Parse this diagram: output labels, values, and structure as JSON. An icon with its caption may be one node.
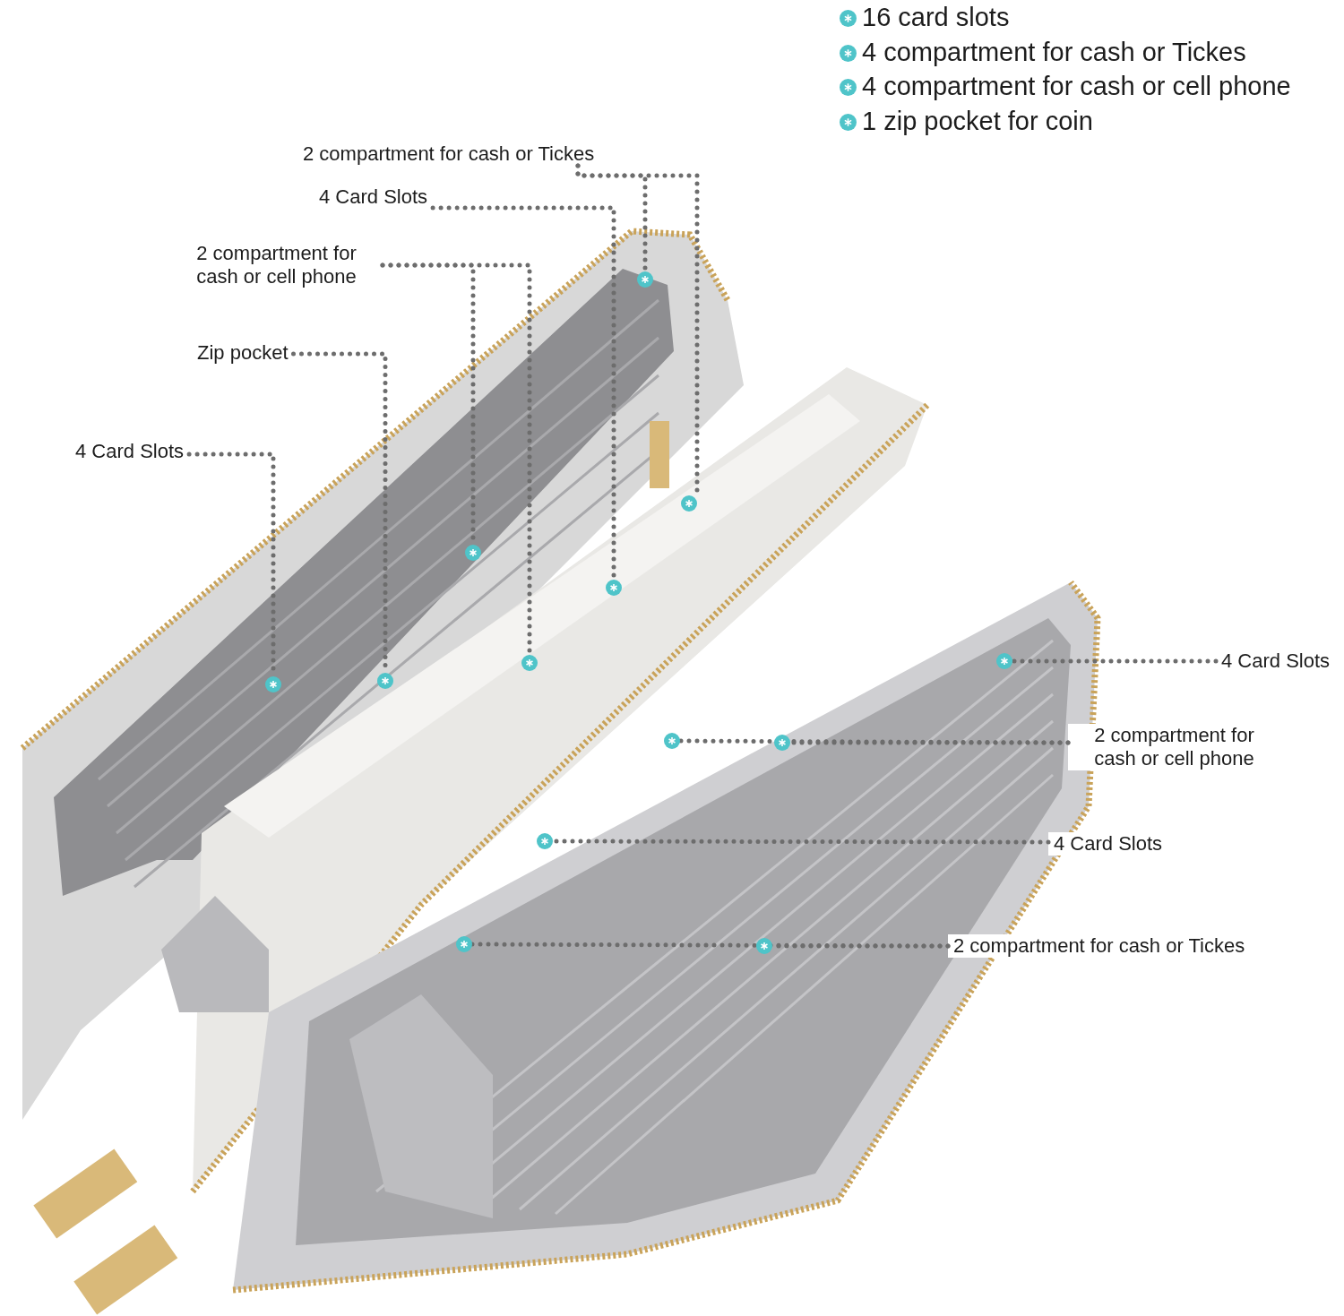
{
  "diagram": {
    "nodes": [
      {
        "text": [
          "2 compartment for cash or Tickes"
        ]
      },
      {
        "text": [
          "4 Card Slots"
        ]
      },
      {
        "text": [
          "2 compartment for cash or cell phone"
        ]
      },
      {
        "text": [
          "Zip pocket"
        ]
      },
      {
        "text": [
          "4 Card Slots"
        ]
      },
      {
        "text": [
          "4 Card Slots"
        ]
      },
      {
        "text": [
          "2 compartment for cash or cell phone"
        ]
      },
      {
        "text": [
          "4 Card Slots"
        ]
      },
      {
        "text": [
          "2 compartment for cash or Tickes"
        ]
      },
      {
        "text": [],
        "shape": "circle"
      },
      {
        "text": [],
        "shape": "circle"
      },
      {
        "text": [],
        "shape": "circle"
      },
      {
        "text": [],
        "shape": "circle"
      },
      {
        "text": [],
        "shape": "circle"
      },
      {
        "text": [],
        "shape": "circle"
      },
      {
        "text": [],
        "shape": "circle"
      },
      {
        "text": [],
        "shape": "circle"
      },
      {
        "text": [],
        "shape": "circle"
      },
      {
        "text": [],
        "shape": "circle"
      },
      {
        "text": [],
        "shape": "circle"
      },
      {
        "text": [],
        "shape": "circle"
      },
      {
        "text": [],
        "shape": "circle"
      }
    ],
    "edges": [
      {
        "from": 0,
        "to": 9,
        "arrow": "none",
        "style": "dashed"
      },
      {
        "from": 0,
        "to": 10,
        "arrow": "none",
        "style": "dashed"
      },
      {
        "from": 1,
        "to": 12,
        "arrow": "none",
        "style": "dashed"
      },
      {
        "from": 2,
        "to": 11,
        "arrow": "none",
        "style": "dashed"
      },
      {
        "from": 2,
        "to": 14,
        "arrow": "none",
        "style": "dashed"
      },
      {
        "from": 3,
        "to": 15,
        "arrow": "none",
        "style": "dashed"
      },
      {
        "from": 4,
        "to": 16,
        "arrow": "none",
        "style": "dashed"
      },
      {
        "from": 5,
        "to": 13,
        "arrow": "none",
        "style": "dashed"
      },
      {
        "from": 6,
        "to": 17,
        "arrow": "none",
        "style": "dashed"
      },
      {
        "from": 6,
        "to": 18,
        "arrow": "none",
        "style": "dashed"
      },
      {
        "from": 7,
        "to": 19,
        "arrow": "none",
        "style": "dashed"
      },
      {
        "from": 8,
        "to": 20,
        "arrow": "none",
        "style": "dashed"
      },
      {
        "from": 8,
        "to": 21,
        "arrow": "none",
        "style": "dashed"
      }
    ],
    "labels": [
      "16 card slots",
      "4 compartment for cash or Tickes",
      "4 compartment for cash or cell phone",
      "1 zip pocket for coin"
    ]
  }
}
